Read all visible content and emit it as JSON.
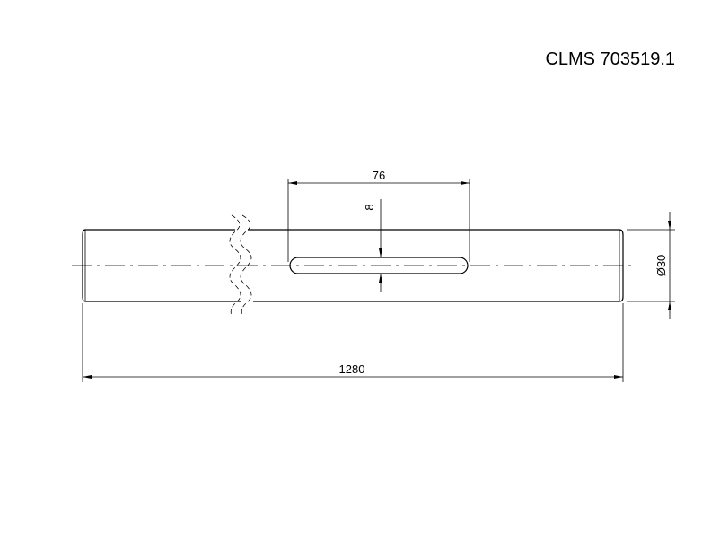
{
  "part_number": "CLMS 703519.1",
  "dimensions": {
    "overall_length": "1280",
    "slot_length": "76",
    "slot_width": "8",
    "diameter": "Ø30"
  }
}
